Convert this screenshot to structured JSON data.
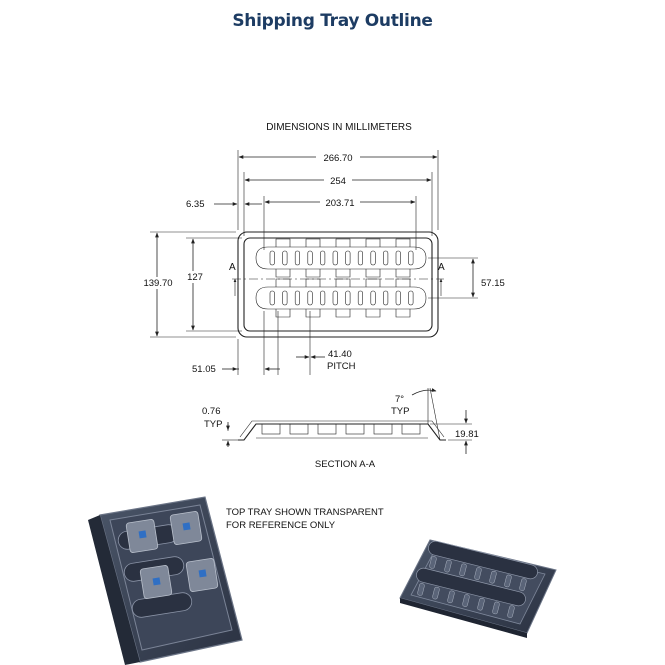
{
  "title": "Shipping Tray Outline",
  "units_note": "DIMENSIONS IN MILLIMETERS",
  "dims": {
    "overall_width": "266.70",
    "inner_width": "254",
    "pocket_span": "203.71",
    "edge_offset": "6.35",
    "overall_height": "139.70",
    "inner_height": "127",
    "row_spacing": "57.15",
    "first_pocket": "51.05",
    "pitch_value": "41.40",
    "pitch_label": "PITCH",
    "wall_thickness": "0.76",
    "wall_typ": "TYP",
    "draft_angle": "7°",
    "draft_typ": "TYP",
    "tray_depth": "19.81"
  },
  "section": {
    "marker_left": "A",
    "marker_right": "A",
    "caption": "SECTION A-A"
  },
  "photo_note": [
    "TOP TRAY SHOWN TRANSPARENT",
    "FOR REFERENCE ONLY"
  ],
  "colors": {
    "title": "#1d3c63",
    "tray_fill": "#3a4456",
    "tray_edge": "#5d6779"
  }
}
